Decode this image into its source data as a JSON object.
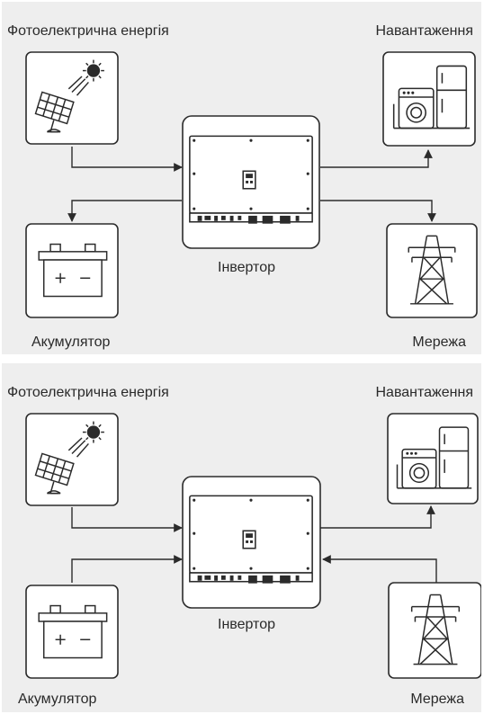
{
  "panels": [
    {
      "pv_label": "Фотоелектрична енергія",
      "load_label": "Навантаження",
      "inverter_label": "Інвертор",
      "battery_label": "Акумулятор",
      "grid_label": "Мережа"
    },
    {
      "pv_label": "Фотоелектрична енергія",
      "load_label": "Навантаження",
      "inverter_label": "Інвертор",
      "battery_label": "Акумулятор",
      "grid_label": "Мережа"
    }
  ],
  "colors": {
    "background": "#eeeeee",
    "stroke": "#2b2b2b",
    "box_fill": "#ffffff"
  },
  "icons": [
    "solar-panel-icon",
    "inverter-icon",
    "washing-machine-icon",
    "refrigerator-icon",
    "battery-icon",
    "power-tower-icon"
  ]
}
